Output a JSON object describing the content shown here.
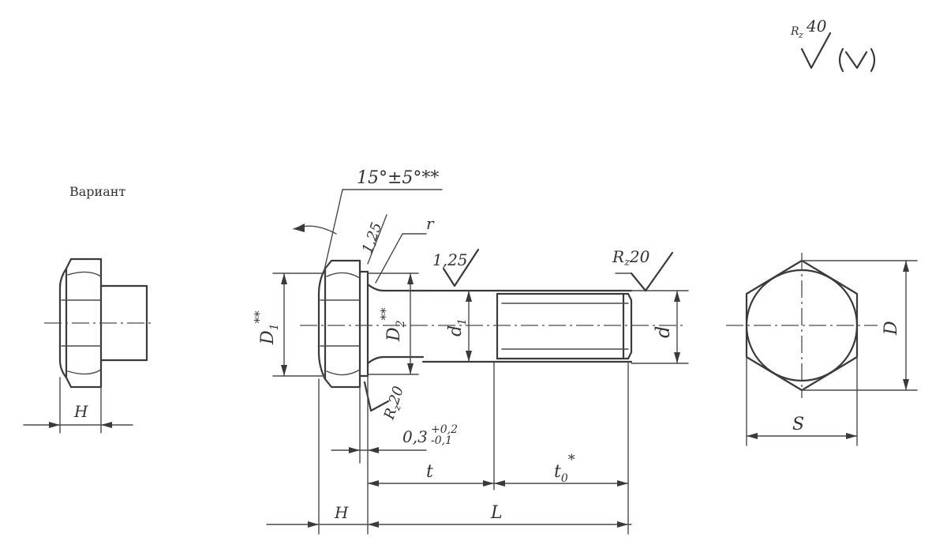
{
  "variant_label": "Вариант",
  "roughness_main": {
    "prefix": "R",
    "sub": "z",
    "value": "40"
  },
  "labels": {
    "angle": "15°±5°**",
    "r": "r",
    "chamfer": "1,25",
    "roughness_shank": "1,25",
    "roughness_face": "R",
    "roughness_face_sub": "z",
    "roughness_face_value": "20",
    "roughness_under_head": "R",
    "roughness_under_head_sub": "z",
    "roughness_under_head_value": "20",
    "D1": "D",
    "D1_sub": "1",
    "D1_star": "**",
    "D2": "D",
    "D2_sub": "2",
    "D2_star": "**",
    "d1": "d",
    "d1_sub": "1",
    "d": "d",
    "gap": "0,3",
    "gap_upper": "+0,2",
    "gap_lower": "-0,1",
    "t": "t",
    "t0": "t",
    "t0_sub": "0",
    "t0_star": "*",
    "H_main": "H",
    "L": "L",
    "H_variant": "H",
    "D": "D",
    "S": "S"
  }
}
